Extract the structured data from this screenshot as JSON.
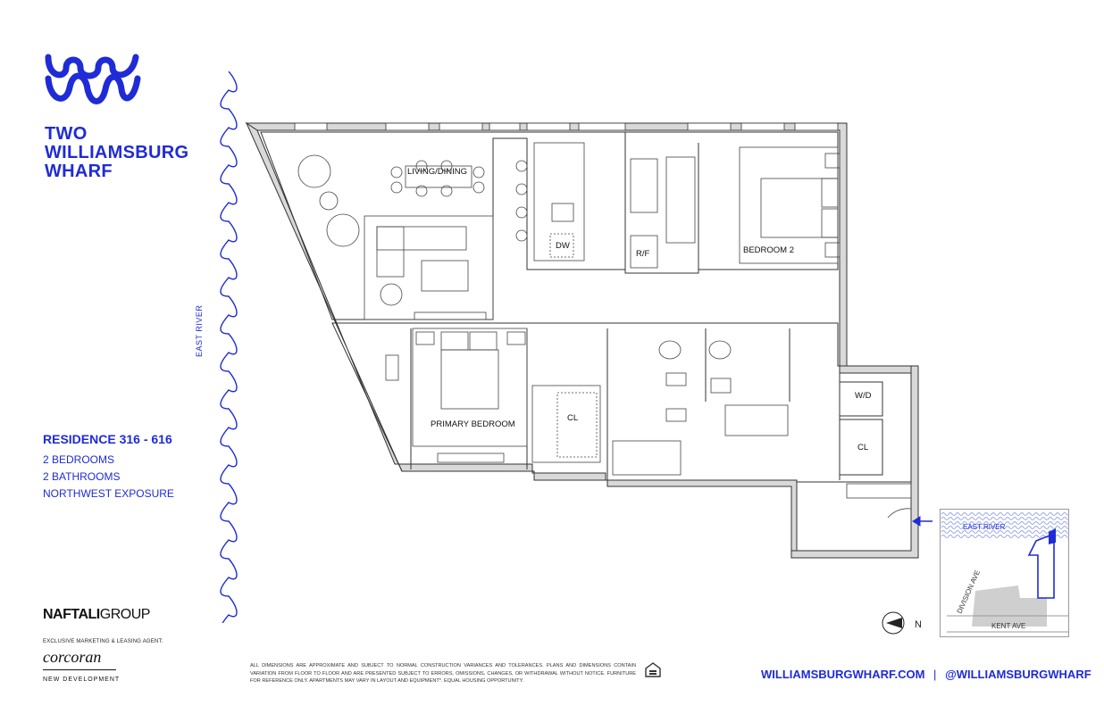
{
  "brand": {
    "title_lines": [
      "TWO",
      "WILLIAMSBURG",
      "WHARF"
    ],
    "logo_icon": "wave-w-logo"
  },
  "residence": {
    "title": "RESIDENCE 316 - 616",
    "bedrooms": "2 BEDROOMS",
    "bathrooms": "2 BATHROOMS",
    "exposure": "NORTHWEST EXPOSURE"
  },
  "rooms": {
    "living_dining": "LIVING/DINING",
    "bedroom_2": "BEDROOM 2",
    "primary_bedroom": "PRIMARY BEDROOM",
    "dw": "DW",
    "rf": "R/F",
    "cl_1": "CL",
    "cl_2": "CL",
    "wd": "W/D"
  },
  "side_label": "EAST RIVER",
  "keyplan": {
    "river": "EAST RIVER",
    "street_1": "DIVISION AVE",
    "street_2": "KENT AVE"
  },
  "compass": {
    "label": "N"
  },
  "sponsor": {
    "naftali_bold": "NAFTALI",
    "naftali_light": "GROUP",
    "exclusive": "EXCLUSIVE MARKETING & LEASING AGENT:",
    "corcoran": "corcoran",
    "new_development": "NEW DEVELOPMENT"
  },
  "disclaimer": "ALL DIMENSIONS ARE APPROXIMATE AND SUBJECT TO NORMAL CONSTRUCTION VARIANCES AND TOLERANCES. PLANS AND DIMENSIONS CONTAIN VARIATION FROM FLOOR TO FLOOR AND ARE PRESENTED SUBJECT TO ERRORS, OMISSIONS, CHANGES, OR WITHDRAWAL WITHOUT NOTICE. FURNITURE FOR REFERENCE ONLY. APARTMENTS MAY VARY IN LAYOUT AND EQUIPMENT*. EQUAL HOUSING OPPORTUNITY.",
  "footer": {
    "website": "WILLIAMSBURGWHARF.COM",
    "separator": "|",
    "handle": "@WILLIAMSBURGWHARF"
  },
  "colors": {
    "brand_blue": "#1f2bd6",
    "wall_gray": "#d9d9d9",
    "line": "#333333"
  }
}
